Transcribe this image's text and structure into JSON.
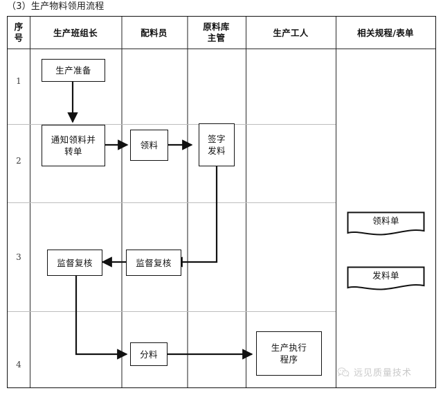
{
  "title": "（3）生产物料领用流程",
  "table": {
    "columns": [
      {
        "key": "seq",
        "label": "序\n号",
        "label_lines": [
          "序",
          "号"
        ]
      },
      {
        "key": "leader",
        "label": "生产班组长",
        "label_lines": [
          "生产班组长"
        ]
      },
      {
        "key": "mixer",
        "label": "配料员",
        "label_lines": [
          "配料员"
        ]
      },
      {
        "key": "warehouse",
        "label": "原料库主管",
        "label_lines": [
          "原料库",
          "主管"
        ]
      },
      {
        "key": "worker",
        "label": "生产工人",
        "label_lines": [
          "生产工人"
        ]
      },
      {
        "key": "docs",
        "label": "相关规程/表单",
        "label_lines": [
          "相关规程/表单"
        ]
      }
    ],
    "rows": [
      {
        "seq": "1"
      },
      {
        "seq": "2"
      },
      {
        "seq": "3"
      },
      {
        "seq": "4"
      }
    ]
  },
  "flow": {
    "nodes": [
      {
        "id": "n1",
        "label": "生产准备",
        "column": "leader",
        "row": "1",
        "shape": "process"
      },
      {
        "id": "n2",
        "label": "通知领料并\n转单",
        "lines": [
          "通知领料并",
          "转单"
        ],
        "column": "leader",
        "row": "2",
        "shape": "process"
      },
      {
        "id": "n3",
        "label": "领料",
        "column": "mixer",
        "row": "2",
        "shape": "process"
      },
      {
        "id": "n4",
        "label": "签字\n发料",
        "lines": [
          "签字",
          "发料"
        ],
        "column": "warehouse",
        "row": "2",
        "shape": "process"
      },
      {
        "id": "n5",
        "label": "监督复核",
        "column": "leader",
        "row": "3",
        "shape": "process"
      },
      {
        "id": "n6",
        "label": "监督复核",
        "column": "mixer",
        "row": "3",
        "shape": "process"
      },
      {
        "id": "n7",
        "label": "分料",
        "column": "mixer",
        "row": "4",
        "shape": "process"
      },
      {
        "id": "n8",
        "label": "生产执行\n程序",
        "lines": [
          "生产执行",
          "程序"
        ],
        "column": "worker",
        "row": "4",
        "shape": "process"
      }
    ],
    "documents": [
      {
        "id": "d1",
        "label": "领料单",
        "column": "docs"
      },
      {
        "id": "d2",
        "label": "发料单",
        "column": "docs"
      }
    ],
    "connectors": [
      {
        "from": "n1",
        "to": "n2",
        "direction": "down"
      },
      {
        "from": "n2",
        "to": "n3",
        "direction": "right"
      },
      {
        "from": "n3",
        "to": "n4",
        "direction": "right"
      },
      {
        "from": "n4",
        "to": "n6",
        "direction": "down-left"
      },
      {
        "from": "n6",
        "to": "n5",
        "direction": "left"
      },
      {
        "from": "n5",
        "to": "n7",
        "direction": "down-right"
      },
      {
        "from": "n7",
        "to": "n8",
        "direction": "right"
      }
    ]
  },
  "watermark": {
    "text": "远见质量技术",
    "icon": "wechat-icon"
  },
  "colors": {
    "line": "#111111",
    "grid": "#2a2a2a",
    "grid_soft": "#8f8f8f",
    "text": "#111111",
    "watermark": "#7d7d7d",
    "background": "#ffffff"
  }
}
